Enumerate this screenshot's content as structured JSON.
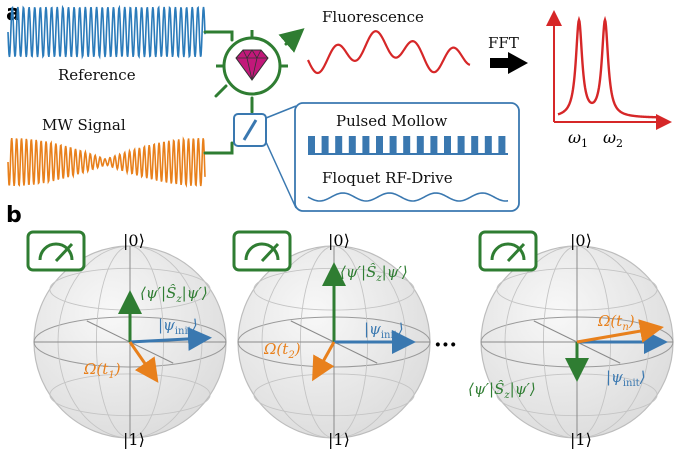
{
  "panel_a": {
    "label": "a",
    "reference_label": "Reference",
    "mw_label": "MW Signal",
    "fluorescence_label": "Fluorescence",
    "fft_label": "FFT",
    "pulsed_label": "Pulsed Mollow",
    "floquet_label": "Floquet RF-Drive",
    "omega1": "ω",
    "omega1_sub": "1",
    "omega2": "ω",
    "omega2_sub": "2"
  },
  "panel_b": {
    "label": "b",
    "ket0": "|0⟩",
    "ket1": "|1⟩",
    "sz_label": "⟨ψ′|Ŝ",
    "sz_sub": "z",
    "sz_tail": "|ψ′⟩",
    "psi_init": "|ψ",
    "psi_init_sub": "init",
    "psi_init_tail": "⟩",
    "omega_t1": "Ω(t",
    "omega_t1_sub": "1",
    "omega_t2": "Ω(t",
    "omega_t2_sub": "2",
    "omega_tn": "Ω(t",
    "omega_tn_sub": "n",
    "close_paren": ")",
    "ellipsis": "···"
  },
  "colors": {
    "reference": "#2b7bba",
    "mw": "#e8801c",
    "fluorescence": "#d62728",
    "green": "#2f7d32",
    "blue": "#3a78b0",
    "orange": "#e8801c",
    "diamond": "#c2187a"
  },
  "icons": {
    "diamond": "diamond-icon",
    "meter": "meter-icon",
    "arrow": "right-arrow-icon"
  }
}
